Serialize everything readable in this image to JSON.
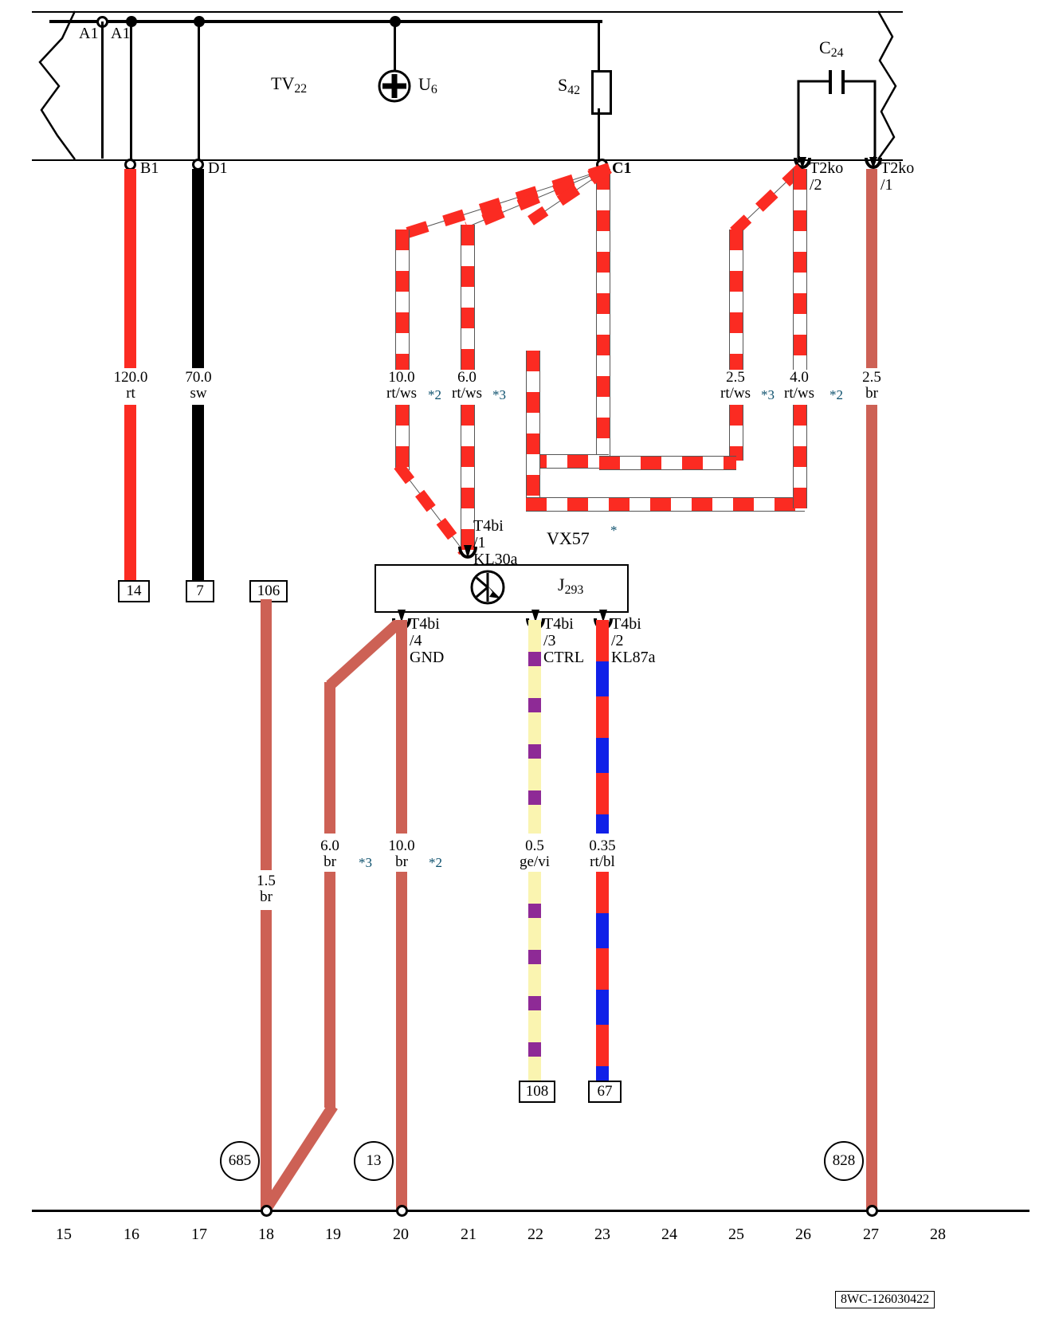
{
  "diagram": {
    "title_code": "8WC-126030422",
    "harness_note": "VX57",
    "modules": {
      "tv": {
        "label": "TV",
        "sub": "22"
      },
      "fuse": {
        "label": "S",
        "sub": "42"
      },
      "splice": {
        "label": "U",
        "sub": "6"
      },
      "capacitor": {
        "label": "C",
        "sub": "24"
      },
      "relay": {
        "label": "J",
        "sub": "293"
      }
    },
    "top_terminals": [
      {
        "name": "A1",
        "type": "open-circle"
      },
      {
        "name": "A1",
        "type": "dot"
      }
    ],
    "connectors_top": [
      {
        "name": "B1"
      },
      {
        "name": "D1"
      },
      {
        "name": "C1"
      },
      {
        "name": "T2ko",
        "pin": "/2"
      },
      {
        "name": "T2ko",
        "pin": "/1"
      }
    ],
    "relay_pins": [
      {
        "name": "T4bi",
        "pin": "/1",
        "func": "KL30a"
      },
      {
        "name": "T4bi",
        "pin": "/4",
        "func": "GND"
      },
      {
        "name": "T4bi",
        "pin": "/3",
        "func": "CTRL"
      },
      {
        "name": "T4bi",
        "pin": "/2",
        "func": "KL87a"
      }
    ],
    "wires_upper": [
      {
        "gauge": "120.0",
        "color": "rt",
        "note": ""
      },
      {
        "gauge": "70.0",
        "color": "sw",
        "note": ""
      },
      {
        "gauge": "10.0",
        "color": "rt/ws",
        "note": "*2"
      },
      {
        "gauge": "6.0",
        "color": "rt/ws",
        "note": "*3"
      },
      {
        "gauge": "2.5",
        "color": "rt/ws",
        "note": "*3"
      },
      {
        "gauge": "4.0",
        "color": "rt/ws",
        "note": "*2"
      },
      {
        "gauge": "2.5",
        "color": "br",
        "note": ""
      }
    ],
    "wires_lower": [
      {
        "gauge": "1.5",
        "color": "br",
        "note": ""
      },
      {
        "gauge": "6.0",
        "color": "br",
        "note": "*3"
      },
      {
        "gauge": "10.0",
        "color": "br",
        "note": "*2"
      },
      {
        "gauge": "0.5",
        "color": "ge/vi",
        "note": ""
      },
      {
        "gauge": "0.35",
        "color": "rt/bl",
        "note": ""
      }
    ],
    "connector_boxes": [
      "14",
      "7",
      "106",
      "108",
      "67"
    ],
    "ground_points": [
      "685",
      "13",
      "828"
    ],
    "grid_numbers": [
      "15",
      "16",
      "17",
      "18",
      "19",
      "20",
      "21",
      "22",
      "23",
      "24",
      "25",
      "26",
      "27",
      "28"
    ],
    "asterisk_mark": "*"
  }
}
